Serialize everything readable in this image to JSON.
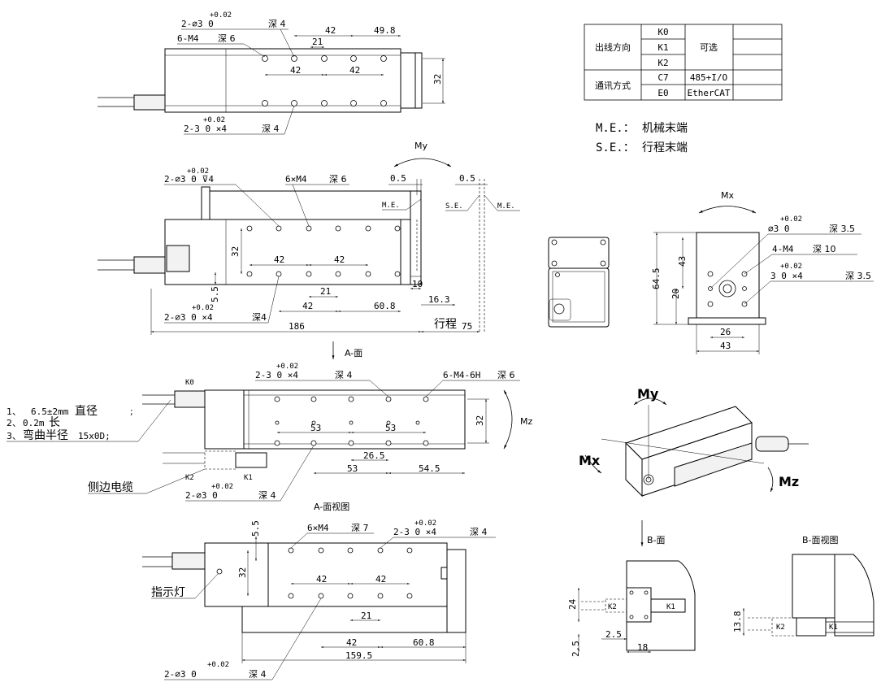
{
  "table": {
    "group1_label": "出线方向",
    "group1_rows": [
      "K0",
      "K1",
      "K2"
    ],
    "group1_value": "可选",
    "group2_label": "通讯方式",
    "group2_rows": [
      {
        "code": "C7",
        "value": "485+I/O"
      },
      {
        "code": "E0",
        "value": "EtherCAT"
      }
    ]
  },
  "legend": {
    "me_abbr": "M.E.：",
    "me_text": "机械末端",
    "se_abbr": "S.E.：",
    "se_text": "行程末端"
  },
  "top_view": {
    "hole_note_1": "2-∅3  0",
    "hole_note_1_tol": "+0.02",
    "hole_note_1_depth": "深 4",
    "tap_note": "6-M4",
    "tap_depth": "深 6",
    "dim_42a": "42",
    "dim_21": "21",
    "dim_49_8": "49.8",
    "dim_42b": "42",
    "dim_42c": "42",
    "dim_32": "32",
    "hole_note_2_tol": "+0.02",
    "hole_note_2": "2-3  0  ×4",
    "hole_note_2_depth": "深 4"
  },
  "side_view": {
    "my": "My",
    "hole_tol": "+0.02",
    "hole_note": "2-∅3  0   ⊽4",
    "tap_note": "6×M4",
    "tap_depth": "深 6",
    "dim_0_5a": "0.5",
    "dim_0_5b": "0.5",
    "me": "M.E.",
    "se": "S.E.",
    "dim_32": "32",
    "dim_42a": "42",
    "dim_42b": "42",
    "dim_5_5": "5.5",
    "dim_21": "21",
    "dim_10": "10",
    "dim_42c": "42",
    "dim_60_8": "60.8",
    "dim_16_3": "16.3",
    "bottom_tol": "+0.02",
    "bottom_note": "2-∅3  0   ×4",
    "bottom_depth": "深4",
    "dim_186": "186",
    "stroke_label": "行程",
    "stroke_value": "75"
  },
  "end_view": {
    "mx": "Mx",
    "tol_1": "+0.02",
    "hole_1": "∅3  0",
    "depth_1": "深 3.5",
    "tap": "4-M4",
    "tap_depth": "深 10",
    "tol_2": "+0.02",
    "hole_2": "3  0   ×4",
    "depth_2": "深 3.5",
    "dim_43a": "43",
    "dim_64_5": "64.5",
    "dim_20": "20",
    "dim_26": "26",
    "dim_43b": "43"
  },
  "a_face": {
    "arrow_label": "A-面",
    "title": "A-面视图",
    "k0": "K0",
    "tol_top": "+0.02",
    "note_top": "2-3  0   ×4",
    "depth_top": "深 4",
    "tap": "6-M4-6H",
    "tap_depth": "深 6",
    "cable_1_num": "1、",
    "cable_1_val": "6.5±2mm",
    "cable_1_txt": "直径",
    "cable_1_end": ";",
    "cable_2_num": "2、",
    "cable_2_val": "0.2m",
    "cable_2_txt": "长",
    "cable_3_num": "3、",
    "cable_3_txt": "弯曲半径",
    "cable_3_val": "15x0D;",
    "dim_53a": "53",
    "dim_53b": "53",
    "dim_32": "32",
    "mz": "Mz",
    "dim_26_5": "26.5",
    "dim_53c": "53",
    "dim_54_5": "54.5",
    "k2": "K2",
    "k1": "K1",
    "side_cable": "侧边电缆",
    "tol_bottom": "+0.02",
    "note_bottom": "2-∅3  0",
    "depth_bottom": "深 4"
  },
  "bottom_view": {
    "dim_5_5": "5.5",
    "tap": "6×M4",
    "tap_depth": "深 7",
    "tol": "+0.02",
    "note": "2-3  0   ×4",
    "depth": "深 4",
    "dim_32": "32",
    "dim_42a": "42",
    "dim_42b": "42",
    "indicator": "指示灯",
    "dim_21": "21",
    "dim_42c": "42",
    "dim_60_8": "60.8",
    "dim_159_5": "159.5",
    "tol_b": "+0.02",
    "note_b": "2-∅3  0",
    "depth_b": "深 4"
  },
  "iso": {
    "my": "My",
    "mx": "Mx",
    "mz": "Mz"
  },
  "b_face": {
    "arrow_label": "B-面",
    "title": "B-面视图",
    "dim_24": "24",
    "k2": "K2",
    "k1": "K1",
    "dim_2_5a": "2.5",
    "dim_2_5b": "2.5",
    "dim_18": "18",
    "dim_13_8": "13.8",
    "k2b": "K2",
    "k1b": "K1"
  }
}
